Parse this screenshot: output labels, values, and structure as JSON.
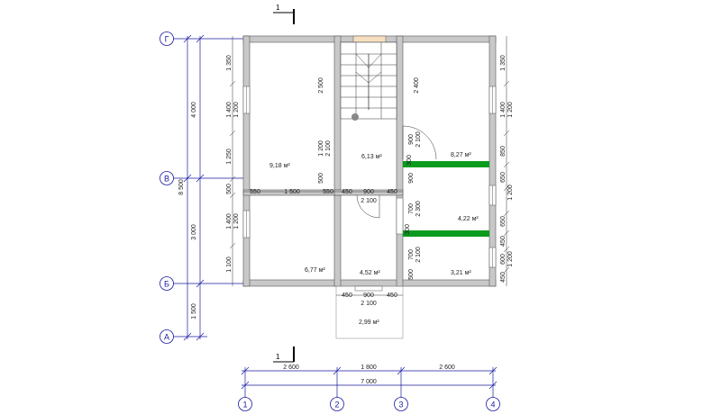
{
  "axes": {
    "letters": [
      "Г",
      "В",
      "Б",
      "А"
    ],
    "numbers": [
      "1",
      "2",
      "3",
      "4"
    ]
  },
  "section_mark": "1",
  "colors": {
    "axis": "#1a1aa0",
    "wall": "#c8c8c8",
    "beam": "#0a9b1e"
  },
  "rooms": {
    "r1": "9,18 м²",
    "r2": "6,13 м²",
    "r3": "8,27 м²",
    "r4": "4,22 м²",
    "r5": "6,77 м²",
    "r6": "4,52 м²",
    "r7": "3,21 м²",
    "r8": "2,99 м²"
  },
  "dims": {
    "left_outer": [
      "4 000",
      "3 000",
      "1 500"
    ],
    "left_total": "8 500",
    "left_inner": [
      "1 350",
      "1 400",
      "1 250",
      "500",
      "1 400",
      "1 100"
    ],
    "left_inner2": [
      "1 200",
      "1 200"
    ],
    "right_inner": [
      "1 350",
      "1 400",
      "850",
      "650",
      "650",
      "450",
      "600",
      "450"
    ],
    "right_inner2": [
      "1 200",
      "1 200"
    ],
    "bottom_segments": [
      "2 600",
      "1 800",
      "2 600"
    ],
    "bottom_total": "7 000",
    "mid_row_left": [
      "550",
      "1 500",
      "550"
    ],
    "mid_row_center": [
      "450",
      "900",
      "450"
    ],
    "door_h": "2 100",
    "porch": [
      "450",
      "900",
      "450"
    ],
    "porch_h": "2 100",
    "stair_h": "2 500",
    "stair_right": "2 400",
    "stair_opening": [
      "1 200",
      "2 100"
    ],
    "center_door": [
      "900",
      "2 100"
    ],
    "center_900": "900",
    "center_300": "300",
    "center_lower": [
      "700",
      "2 300"
    ],
    "center_lower2": [
      "700",
      "2 100"
    ],
    "center_500": "500",
    "center_300b": "300",
    "top_500": "500"
  }
}
